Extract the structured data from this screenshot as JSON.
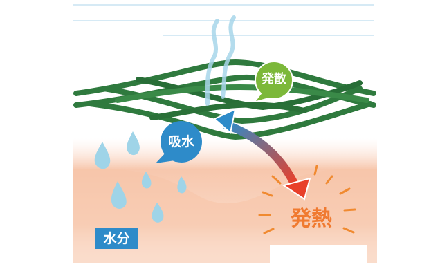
{
  "labels": {
    "moisture": "水分",
    "absorb": "吸水",
    "diffuse": "発散",
    "heat": "発熱"
  },
  "colors": {
    "fabric": "#2f7a3e",
    "absorb_bubble": "#2e8bc9",
    "diffuse_bubble": "#7cb83a",
    "heat_text": "#f07a30",
    "skin": "#f4b999",
    "water": "#9fd4e8"
  }
}
